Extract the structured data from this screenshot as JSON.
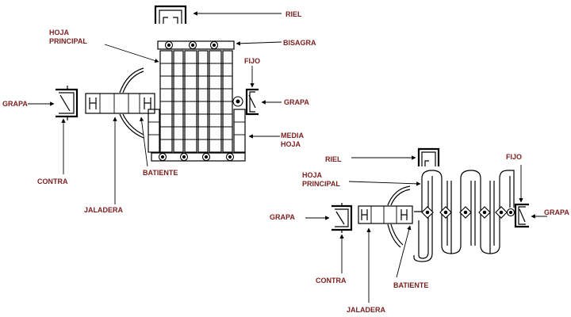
{
  "colors": {
    "label": "#7a1e1e",
    "line": "#000000",
    "background": "#ffffff"
  },
  "left_diagram": {
    "riel": "RIEL",
    "hoja_principal_1": "HOJA",
    "hoja_principal_2": "PRINCIPAL",
    "bisagra": "BISAGRA",
    "fijo": "FIJO",
    "grapa_left": "GRAPA",
    "grapa_right": "GRAPA",
    "media_hoja_1": "MEDIA",
    "media_hoja_2": "HOJA",
    "batiente": "BATIENTE",
    "contra": "CONTRA",
    "jaladera": "JALADERA"
  },
  "right_diagram": {
    "riel": "RIEL",
    "fijo": "FIJO",
    "hoja_principal_1": "HOJA",
    "hoja_principal_2": "PRINCIPAL",
    "grapa_left": "GRAPA",
    "grapa_right": "GRAPA",
    "contra": "CONTRA",
    "batiente": "BATIENTE",
    "jaladera": "JALADERA"
  }
}
